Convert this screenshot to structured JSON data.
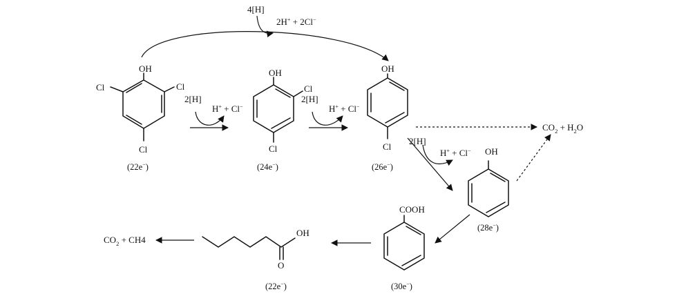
{
  "molecules": {
    "tcp": {
      "oh": "OH",
      "cl_left": "Cl",
      "cl_right": "Cl",
      "cl_bottom": "Cl",
      "electrons": "(22e",
      "electrons_sup": "−",
      "electrons_close": ")"
    },
    "dcp": {
      "oh": "OH",
      "cl_right": "Cl",
      "cl_bottom": "Cl",
      "electrons": "(24e",
      "electrons_sup": "−",
      "electrons_close": ")"
    },
    "cp": {
      "oh": "OH",
      "cl_bottom": "Cl",
      "electrons": "(26e",
      "electrons_sup": "−",
      "electrons_close": ")"
    },
    "phenol": {
      "oh": "OH",
      "electrons": "(28e",
      "electrons_sup": "−",
      "electrons_close": ")"
    },
    "benzoate": {
      "cooh": "COOH",
      "electrons": "(30e",
      "electrons_sup": "−",
      "electrons_close": ")"
    },
    "hexanoate": {
      "oh": "OH",
      "o": "O",
      "electrons": "(22e",
      "electrons_sup": "−",
      "electrons_close": ")"
    }
  },
  "reagents": {
    "top_h": "4[H]",
    "top_prod_a": "2H",
    "top_prod_a_sup": "+",
    "top_prod_b": " + 2Cl",
    "top_prod_b_sup": "−",
    "step1_h": "2[H]",
    "step1_prod_a": "H",
    "step1_prod_a_sup": "+",
    "step1_prod_b": " + Cl",
    "step1_prod_b_sup": "−",
    "step2_h": "2[H]",
    "step2_prod_a": "H",
    "step2_prod_a_sup": "+",
    "step2_prod_b": " + Cl",
    "step2_prod_b_sup": "−",
    "step3_h": "2[H]",
    "step3_prod_a": "H",
    "step3_prod_a_sup": "+",
    "step3_prod_b": " + Cl",
    "step3_prod_b_sup": "−"
  },
  "products": {
    "co2_h2o": {
      "a": "CO",
      "a_sub": "2",
      "b": " + H",
      "b_sub": "2",
      "c": "O"
    },
    "co2_ch4": {
      "a": "CO",
      "a_sub": "2",
      "b": " + CH4"
    }
  }
}
